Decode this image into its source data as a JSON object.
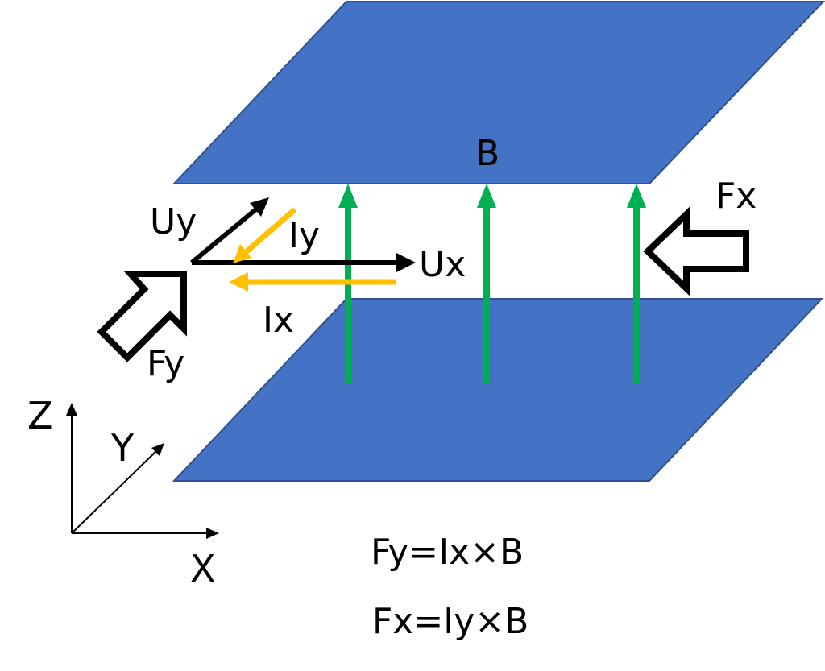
{
  "colors": {
    "plate_fill": "#4472C4",
    "plate_stroke": "#2F528F",
    "field_line": "#00B050",
    "current_arrow": "#FFC000",
    "ink": "#000000",
    "background": "#FFFFFF"
  },
  "labels": {
    "field": "B",
    "force_x": "Fx",
    "force_y": "Fy",
    "velocity_x": "Ux",
    "velocity_y": "Uy",
    "current_x": "Ix",
    "current_y": "Iy"
  },
  "axes": {
    "z": "Z",
    "y": "Y",
    "x": "X"
  },
  "equations": {
    "fy": "Fy=Ix×B",
    "fx": "Fx=Iy×B"
  },
  "icons": {
    "hollow_force_arrow": "block-arrow-outline",
    "line_arrow": "arrowhead-triangle"
  }
}
